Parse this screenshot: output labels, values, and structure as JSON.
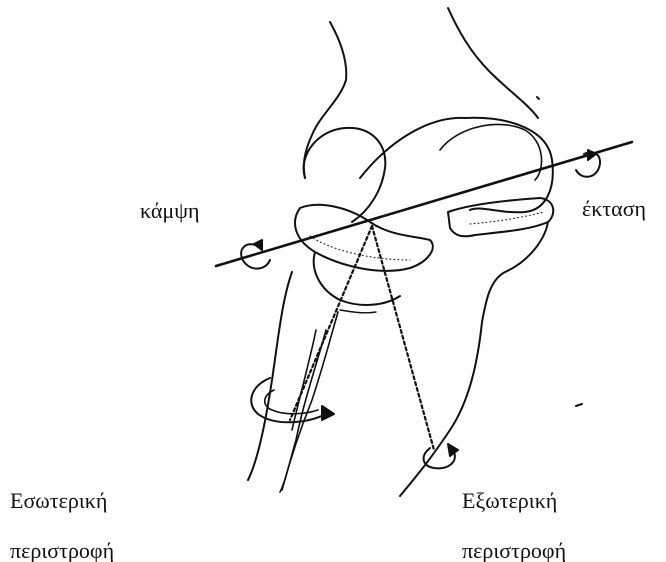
{
  "labels": {
    "flexion": "κάμψη",
    "extension": "έκταση",
    "internal_rotation_line1": "Εσωτερική",
    "internal_rotation_line2": "περιστροφή",
    "external_rotation_line1": "Εξωτερική",
    "external_rotation_line2": "περιστροφή"
  },
  "colors": {
    "ink": "#111111",
    "background": "#ffffff"
  }
}
